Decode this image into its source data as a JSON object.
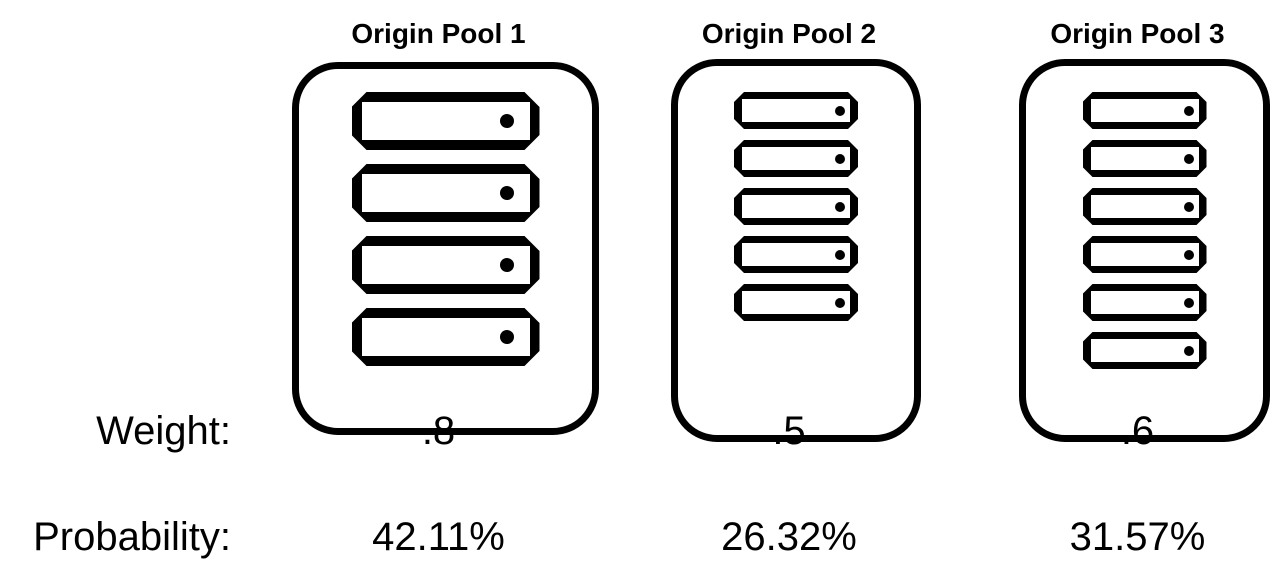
{
  "labels": {
    "weight": "Weight:",
    "probability": "Probability:"
  },
  "pools": [
    {
      "title": "Origin Pool 1",
      "server_count": 4,
      "weight": ".8",
      "probability": "42.11%"
    },
    {
      "title": "Origin Pool 2",
      "server_count": 5,
      "weight": ".5",
      "probability": "26.32%"
    },
    {
      "title": "Origin Pool 3",
      "server_count": 6,
      "weight": ".6",
      "probability": "31.57%"
    }
  ],
  "colors": {
    "foreground": "#000000",
    "background": "#ffffff"
  }
}
